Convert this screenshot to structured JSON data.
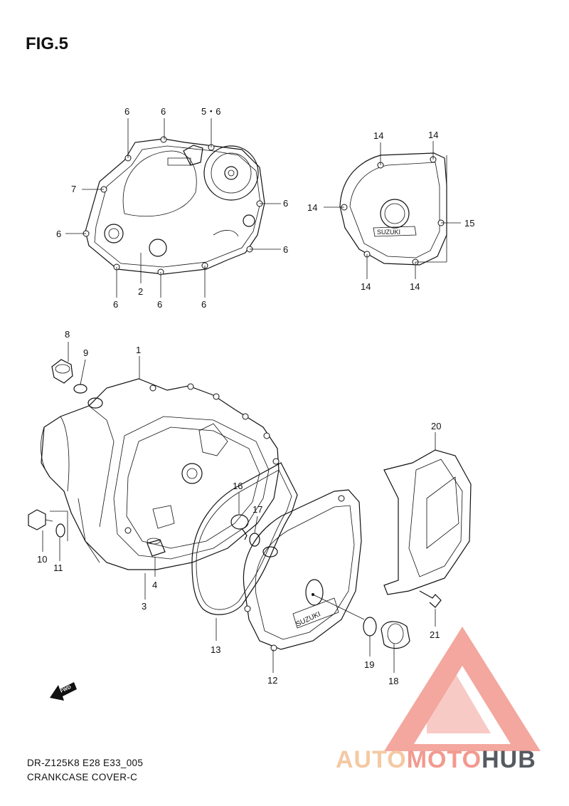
{
  "figure": {
    "title": "FIG.5"
  },
  "footer": {
    "model_code": "DR-Z125K8 E28 E33_005",
    "section_name": "CRANKCASE COVER-C"
  },
  "watermark": {
    "word_part_1": "AUTO",
    "word_part_2": "MOTO",
    "word_part_3": "HUB",
    "colors": {
      "light": "#f4c9a3",
      "red": "#f29a8f",
      "dark": "#555a60"
    }
  },
  "fwd_label": "FWD",
  "callouts": {
    "c1": "1",
    "c2": "2",
    "c3": "3",
    "c4": "4",
    "c5_6": "5・6",
    "c6": "6",
    "c7": "7",
    "c8": "8",
    "c9": "9",
    "c10": "10",
    "c11": "11",
    "c12": "12",
    "c13": "13",
    "c14": "14",
    "c15": "15",
    "c16": "16",
    "c17": "17",
    "c18": "18",
    "c19": "19",
    "c20": "20",
    "c21": "21"
  },
  "icons": {
    "fwd_arrow": "fwd-arrow-icon",
    "watermark_logo": "triangle-logo-icon"
  }
}
